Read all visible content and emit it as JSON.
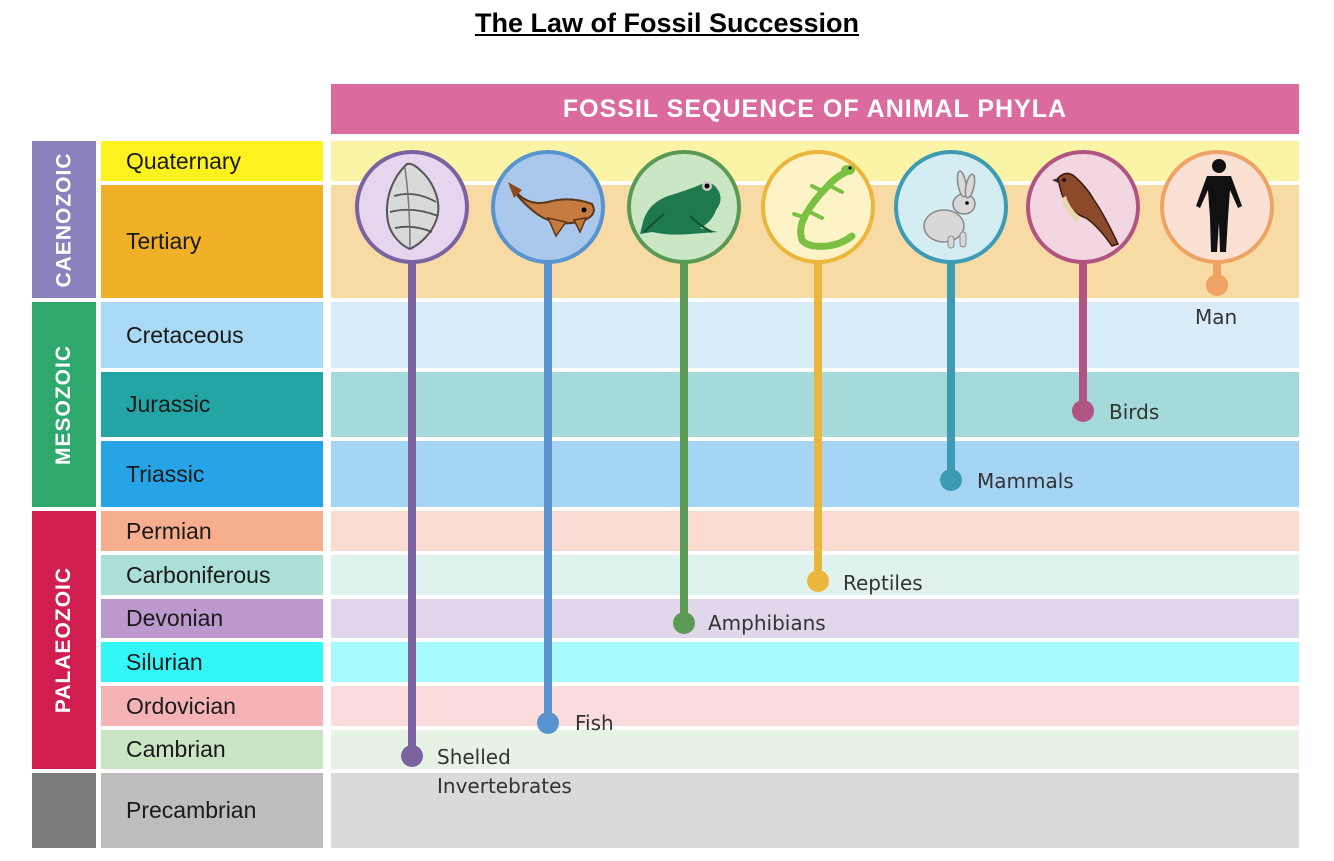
{
  "title": "The Law of Fossil Succession",
  "header": "FOSSIL SEQUENCE OF ANIMAL PHYLA",
  "eras": [
    {
      "name": "CAENOZOIC",
      "color": "#8a82bd"
    },
    {
      "name": "MESOZOIC",
      "color": "#2ea86c"
    },
    {
      "name": "PALAEOZOIC",
      "color": "#d01f4f"
    },
    {
      "name": "",
      "color": "#7c7c7c"
    }
  ],
  "periods": [
    {
      "name": "Quaternary",
      "color": "#fef21e",
      "band": "#fbf3a6"
    },
    {
      "name": "Tertiary",
      "color": "#f0b027",
      "band": "#f8dba4"
    },
    {
      "name": "Cretaceous",
      "color": "#a9d9f4",
      "band": "#d9ecfa"
    },
    {
      "name": "Jurassic",
      "color": "#23a5a5",
      "band": "#a6dada"
    },
    {
      "name": "Triassic",
      "color": "#27a4e7",
      "band": "#a6d4f5"
    },
    {
      "name": "Permian",
      "color": "#f7ae8e",
      "band": "#fbdcd2"
    },
    {
      "name": "Carboniferous",
      "color": "#acdfd7",
      "band": "#dff2ee"
    },
    {
      "name": "Devonian",
      "color": "#bc99cc",
      "band": "#e2d6ea"
    },
    {
      "name": "Silurian",
      "color": "#32f6f8",
      "band": "#a6fafb"
    },
    {
      "name": "Ordovician",
      "color": "#f5b3b6",
      "band": "#fadcdd"
    },
    {
      "name": "Cambrian",
      "color": "#c9e5c3",
      "band": "#e6f2e3"
    },
    {
      "name": "Precambrian",
      "color": "#bdbdbd",
      "band": "#dadada"
    }
  ],
  "phyla": [
    {
      "name": "Shelled",
      "name2": "Invertebrates",
      "icon": "shell-icon",
      "color": "#7b63a2",
      "fill": "#e5d5ef"
    },
    {
      "name": "Fish",
      "icon": "fish-icon",
      "color": "#5993cf",
      "fill": "#a9c8ec"
    },
    {
      "name": "Amphibians",
      "icon": "frog-icon",
      "color": "#5a9a55",
      "fill": "#cbe6c5"
    },
    {
      "name": "Reptiles",
      "icon": "lizard-icon",
      "color": "#eab73c",
      "fill": "#fdf3c6"
    },
    {
      "name": "Mammals",
      "icon": "rabbit-icon",
      "color": "#3d9cb4",
      "fill": "#d4edf2"
    },
    {
      "name": "Birds",
      "icon": "bird-icon",
      "color": "#b25481",
      "fill": "#f2d6e2"
    },
    {
      "name": "Man",
      "icon": "human-icon",
      "color": "#eea364",
      "fill": "#fbe1d4"
    }
  ]
}
